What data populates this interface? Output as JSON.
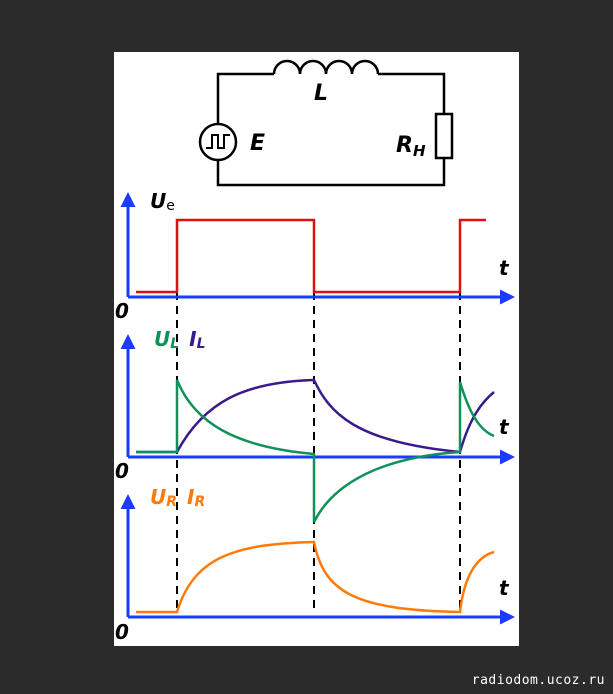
{
  "circuit": {
    "source_label": "E",
    "inductor_label": "L",
    "resistor_label_main": "R",
    "resistor_label_sub": "Н"
  },
  "plots": {
    "input": {
      "y_label_main": "U",
      "y_label_sub": "e",
      "x_label": "t",
      "origin": "0"
    },
    "inductor": {
      "y_label_u_main": "U",
      "y_label_u_sub": "L",
      "y_label_i_main": "I",
      "y_label_i_sub": "L",
      "x_label": "t",
      "origin": "0"
    },
    "resistor": {
      "y_label_u_main": "U",
      "y_label_u_sub": "R",
      "y_label_i_main": "I",
      "y_label_i_sub": "R",
      "x_label": "t",
      "origin": "0"
    }
  },
  "colors": {
    "axis": "#1a3cff",
    "input_pulse": "#dd1111",
    "inductor_voltage": "#11915a",
    "inductor_current": "#3a1a8c",
    "resistor_voltage": "#ff7a0a",
    "circuit_wire": "#000000"
  },
  "watermark": "radiodom.ucoz.ru"
}
